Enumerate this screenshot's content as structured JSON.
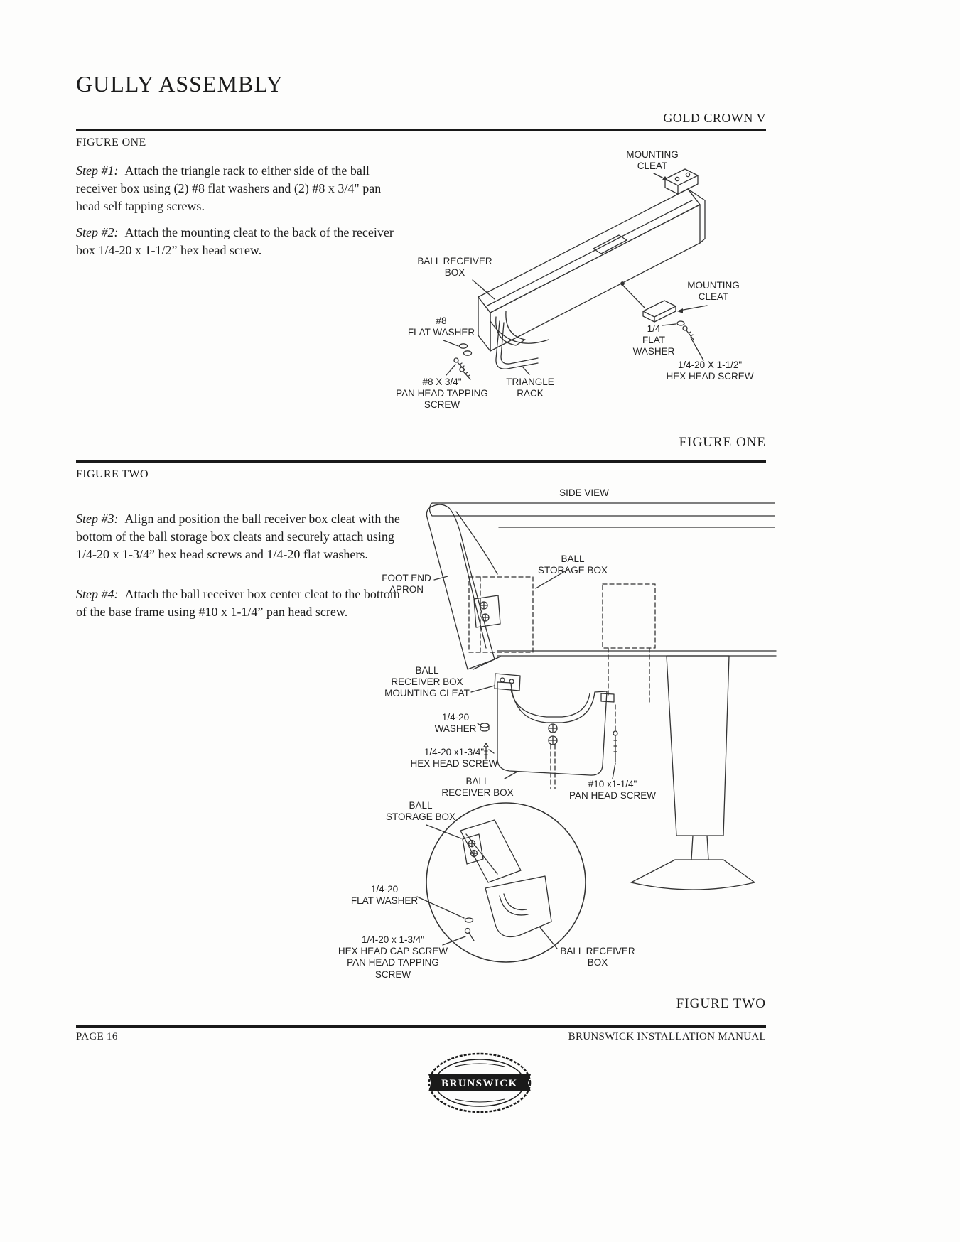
{
  "header": {
    "title": "GULLY ASSEMBLY",
    "model": "GOLD CROWN V"
  },
  "figure_one": {
    "label": "FIGURE ONE",
    "caption": "FIGURE ONE",
    "steps": [
      {
        "lead": "Step #1:",
        "text": "Attach the triangle rack to either side of the ball receiver box using (2) #8 flat washers and (2) #8 x 3/4\" pan head self tapping screws."
      },
      {
        "lead": "Step #2:",
        "text": "Attach the mounting cleat to the back of the receiver box 1/4-20 x 1-1/2” hex head screw."
      }
    ],
    "callouts": {
      "mounting_cleat_top": "MOUNTING\nCLEAT",
      "ball_receiver_box": "BALL RECEIVER\nBOX",
      "mounting_cleat_right": "MOUNTING\nCLEAT",
      "flat_washer_8": "#8\nFLAT WASHER",
      "flat_washer_quarter": "1/4\nFLAT\nWASHER",
      "hex_head_screw": "1/4-20 X 1-1/2\"\nHEX HEAD SCREW",
      "pan_head_screw": "#8 X 3/4\"\nPAN HEAD TAPPING\nSCREW",
      "triangle_rack": "TRIANGLE\nRACK"
    }
  },
  "figure_two": {
    "label": "FIGURE TWO",
    "caption": "FIGURE TWO",
    "view_label": "SIDE VIEW",
    "steps": [
      {
        "lead": "Step #3:",
        "text": "Align and position the ball receiver box cleat with the bottom of the ball storage box cleats and securely attach using 1/4-20 x 1-3/4” hex head screws and 1/4-20 flat washers."
      },
      {
        "lead": "Step #4:",
        "text": "Attach the ball receiver box center cleat to the bottom of the base frame using #10 x 1-1/4” pan head screw."
      }
    ],
    "callouts": {
      "foot_end_apron": "FOOT END\nAPRON",
      "ball_storage_box": "BALL\nSTORAGE BOX",
      "receiver_box_mounting_cleat": "BALL\nRECEIVER BOX\nMOUNTING CLEAT",
      "washer": "1/4-20\nWASHER",
      "hex_head_screw": "1/4-20 x1-3/4\"\nHEX HEAD SCREW",
      "ball_receiver_box": "BALL\nRECEIVER BOX",
      "pan_head_screw": "#10 x1-1/4\"\nPAN HEAD SCREW",
      "ball_storage_box_detail": "BALL\nSTORAGE BOX",
      "flat_washer": "1/4-20\nFLAT WASHER",
      "cap_screw": "1/4-20 x 1-3/4\"\nHEX HEAD CAP SCREW\nPAN HEAD TAPPING\nSCREW",
      "ball_receiver_box_detail": "BALL RECEIVER\nBOX"
    }
  },
  "footer": {
    "page": "PAGE 16",
    "manual": "BRUNSWICK INSTALLATION MANUAL",
    "logo_text": "BRUNSWICK"
  }
}
